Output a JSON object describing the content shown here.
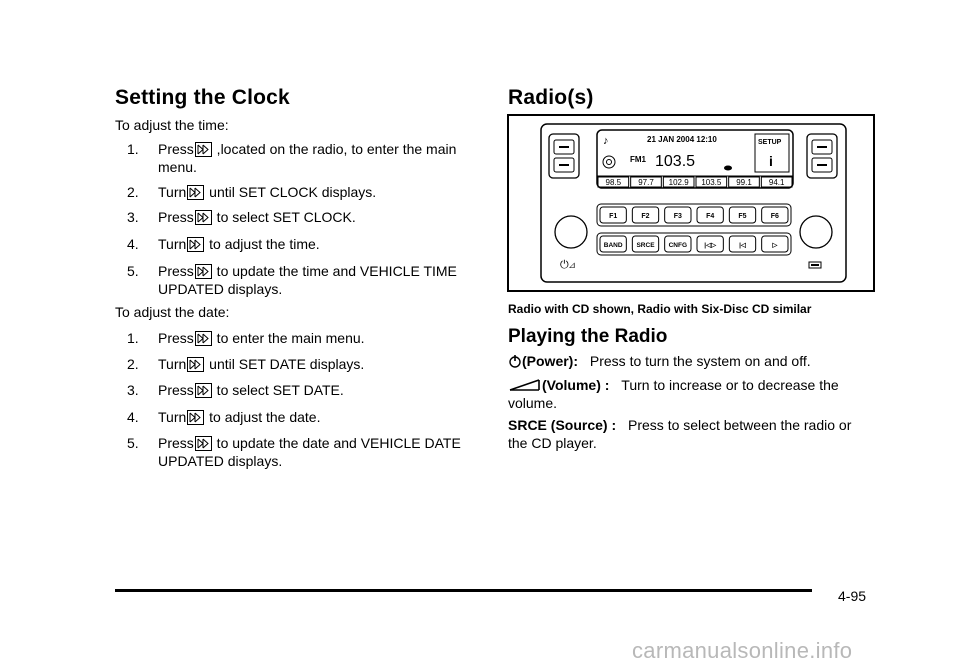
{
  "left": {
    "title": "Setting the Clock",
    "intro_time": "To adjust the time:",
    "time_steps": [
      {
        "num": "1.",
        "pre": "Press",
        "post": " ,located on the radio, to enter the main menu."
      },
      {
        "num": "2.",
        "pre": "Turn",
        "post": " until SET CLOCK displays."
      },
      {
        "num": "3.",
        "pre": "Press",
        "post": " to select SET CLOCK."
      },
      {
        "num": "4.",
        "pre": "Turn",
        "post": " to adjust the time."
      },
      {
        "num": "5.",
        "pre": "Press",
        "post": " to update the time and VEHICLE TIME UPDATED displays."
      }
    ],
    "intro_date": "To adjust the date:",
    "date_steps": [
      {
        "num": "1.",
        "pre": "Press",
        "post": " to enter the main menu."
      },
      {
        "num": "2.",
        "pre": "Turn",
        "post": " until SET DATE displays."
      },
      {
        "num": "3.",
        "pre": "Press",
        "post": " to select SET DATE."
      },
      {
        "num": "4.",
        "pre": "Turn",
        "post": " to adjust the date."
      },
      {
        "num": "5.",
        "pre": "Press",
        "post": " to update the date and VEHICLE DATE UPDATED displays."
      }
    ],
    "tune_icon": "tune-knob-icon"
  },
  "right": {
    "title": "Radio(s)",
    "radio": {
      "date_time": "21 JAN 2004 12:10",
      "band": "FM1",
      "frequency": "103.5",
      "setup_label": "SETUP",
      "presets_freq": [
        "98.5",
        "97.7",
        "102.9",
        "103.5",
        "99.1",
        "94.1"
      ],
      "function_buttons": [
        "F1",
        "F2",
        "F3",
        "F4",
        "F5",
        "F6"
      ],
      "bottom_buttons": [
        "BAND",
        "SRCE",
        "CNFG",
        "|◁▷",
        "|◁",
        "▷"
      ],
      "info_icon": "info-icon",
      "music_icon": "music-note-icon"
    },
    "caption": "Radio with CD shown, Radio with Six-Disc CD similar",
    "subtitle": "Playing the Radio",
    "defs": [
      {
        "icon": "power-icon",
        "term": "(Power):",
        "desc": "Press to turn the system on and off."
      },
      {
        "icon": "volume-icon",
        "term": "(Volume) :",
        "desc": "Turn to increase or to decrease the volume."
      },
      {
        "icon": "",
        "term": "SRCE (Source) :",
        "desc": "Press to select between the radio or the CD player."
      }
    ]
  },
  "page_number": "4-95",
  "footer": "carmanualsonline.info"
}
